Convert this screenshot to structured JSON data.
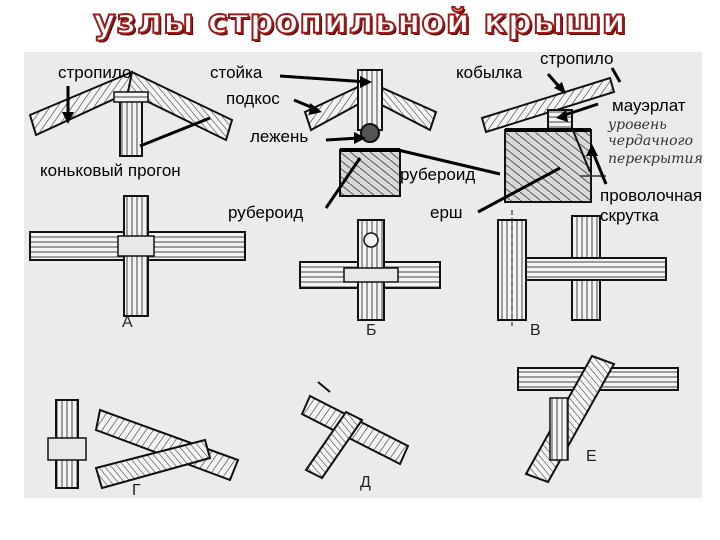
{
  "title": "узлы стропильной крыши",
  "labels": {
    "stropilo_left": "стропило",
    "stoyka": "стойка",
    "kobylka": "кобылка",
    "stropilo_right": "стропило",
    "podkos": "подкос",
    "mauerlat": "мауэрлат",
    "lezhen": "лежень",
    "konkovy_progon": "коньковый прогон",
    "ruberoid_right": "рубероид",
    "ruberoid_left": "рубероид",
    "ersh": "ерш",
    "provolochnaya_skrutka": "проволочная скрутка"
  },
  "handwritten": {
    "line1": "уровень",
    "line2": "чердачного",
    "line3": "перекрытия"
  },
  "panel_letters": [
    "А",
    "Б",
    "В",
    "Г",
    "Д",
    "Е"
  ]
}
